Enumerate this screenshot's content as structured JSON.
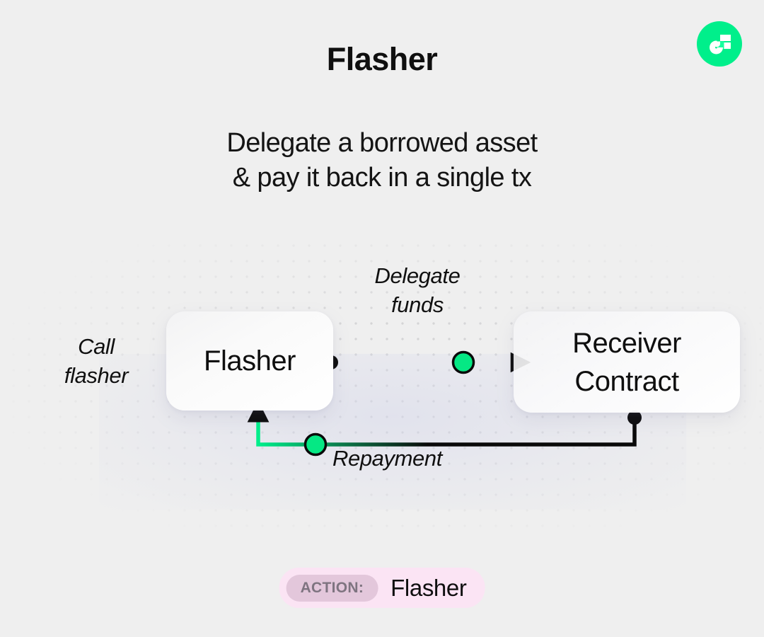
{
  "brand": {
    "logo_icon": "flow-logo-icon",
    "logo_color": "#00ef8b"
  },
  "header": {
    "title": "Flasher",
    "subtitle_lines": [
      "Delegate a borrowed asset",
      "& pay it back in a single tx"
    ]
  },
  "diagram": {
    "background": "#efefef",
    "dot_grid_color": "#d4d4d6",
    "accent_color": "#00ef8b",
    "line_color": "#0a0a0a",
    "nodes": [
      {
        "id": "flasher",
        "label": "Flasher"
      },
      {
        "id": "receiver",
        "label": "Receiver\nContract"
      }
    ],
    "edges": [
      {
        "id": "call-flasher",
        "label": "Call\nflasher",
        "from": "external",
        "to": "flasher"
      },
      {
        "id": "delegate-funds",
        "label": "Delegate\nfunds",
        "from": "flasher",
        "to": "receiver"
      },
      {
        "id": "repayment",
        "label": "Repayment",
        "from": "receiver",
        "to": "flasher"
      }
    ]
  },
  "footer": {
    "action_key": "ACTION:",
    "action_value": "Flasher",
    "badge_color": "#fbe4f4",
    "key_pill_color": "#e3c7db"
  }
}
